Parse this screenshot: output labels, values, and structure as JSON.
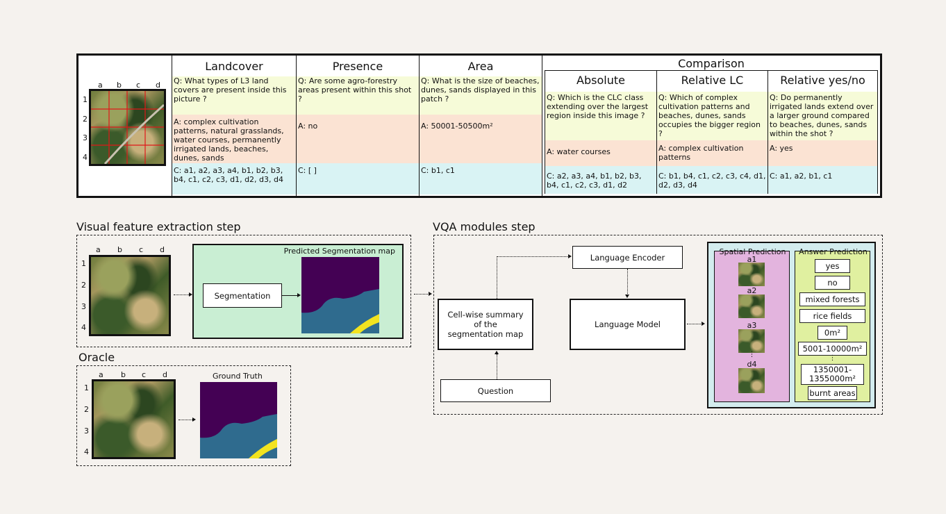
{
  "grid": {
    "cols": [
      "a",
      "b",
      "c",
      "d"
    ],
    "rows": [
      "1",
      "2",
      "3",
      "4"
    ]
  },
  "table": {
    "landcover": {
      "title": "Landcover",
      "q": "Q: What types of L3 land covers are present inside this picture ?",
      "a": "A: complex cultivation patterns, natural grasslands, water courses, permanently irrigated lands, beaches, dunes, sands",
      "c": "C: a1, a2, a3, a4, b1, b2, b3, b4, c1, c2, c3, d1, d2, d3, d4"
    },
    "presence": {
      "title": "Presence",
      "q": "Q: Are some agro-forestry areas present within this shot ?",
      "a": "A: no",
      "c": "C: [ ]"
    },
    "area": {
      "title": "Area",
      "q": "Q:  What is the size of beaches, dunes, sands displayed in this patch ?",
      "a": "A: 50001-50500m²",
      "c": "C: b1, c1"
    },
    "comparison": {
      "title": "Comparison",
      "absolute": {
        "title": "Absolute",
        "q": "Q:  Which is the CLC class extending over the largest region inside this image ?",
        "a": "A: water courses",
        "c": "C: a2, a3, a4, b1, b2, b3, b4, c1, c2, c3, d1, d2"
      },
      "relative_lc": {
        "title": "Relative LC",
        "q": "Q:  Which of complex cultivation patterns and beaches, dunes, sands occupies the bigger region ?",
        "a": "A: complex cultivation patterns",
        "c": "C: b1, b4, c1, c2, c3, c4, d1, d2, d3, d4"
      },
      "relative_yn": {
        "title": "Relative yes/no",
        "q": "Q:  Do permanently irrigated lands extend over a larger ground compared to beaches, dunes, sands within the shot ?",
        "a": "A: yes",
        "c": "C: a1, a2, b1, c1"
      }
    }
  },
  "visual": {
    "title": "Visual feature extraction step",
    "panel_title": "Predicted Segmentation map",
    "segmentation_label": "Segmentation"
  },
  "oracle": {
    "title": "Oracle",
    "gt_label": "Ground Truth"
  },
  "vqa": {
    "title": "VQA modules step",
    "language_encoder": "Language Encoder",
    "summary": "Cell-wise summary of the segmentation map",
    "language_model": "Language Model",
    "question": "Question",
    "spatial_title": "Spatial Prediction",
    "answer_title": "Answer Prediction",
    "spatial_cells": [
      "a1",
      "a2",
      "a3",
      "d4"
    ],
    "answers": [
      "yes",
      "no",
      "mixed forests",
      "rice fields",
      "0m²",
      "5001-10000m²",
      "1350001-\n1355000m²",
      "burnt areas"
    ]
  },
  "colors": {
    "question_bg": "#f6fbd8",
    "answer_bg": "#fbe3d3",
    "cells_bg": "#d9f3f4",
    "seg_panel_bg": "#c9eed3",
    "vqa_panel_bg": "#d3ecee",
    "spatial_bg": "#e3b4de",
    "answer_bg_panel": "#e0f0a0",
    "seg_purple": "#440154",
    "seg_blue": "#2f6b8e",
    "seg_yellow": "#f2e31f"
  }
}
